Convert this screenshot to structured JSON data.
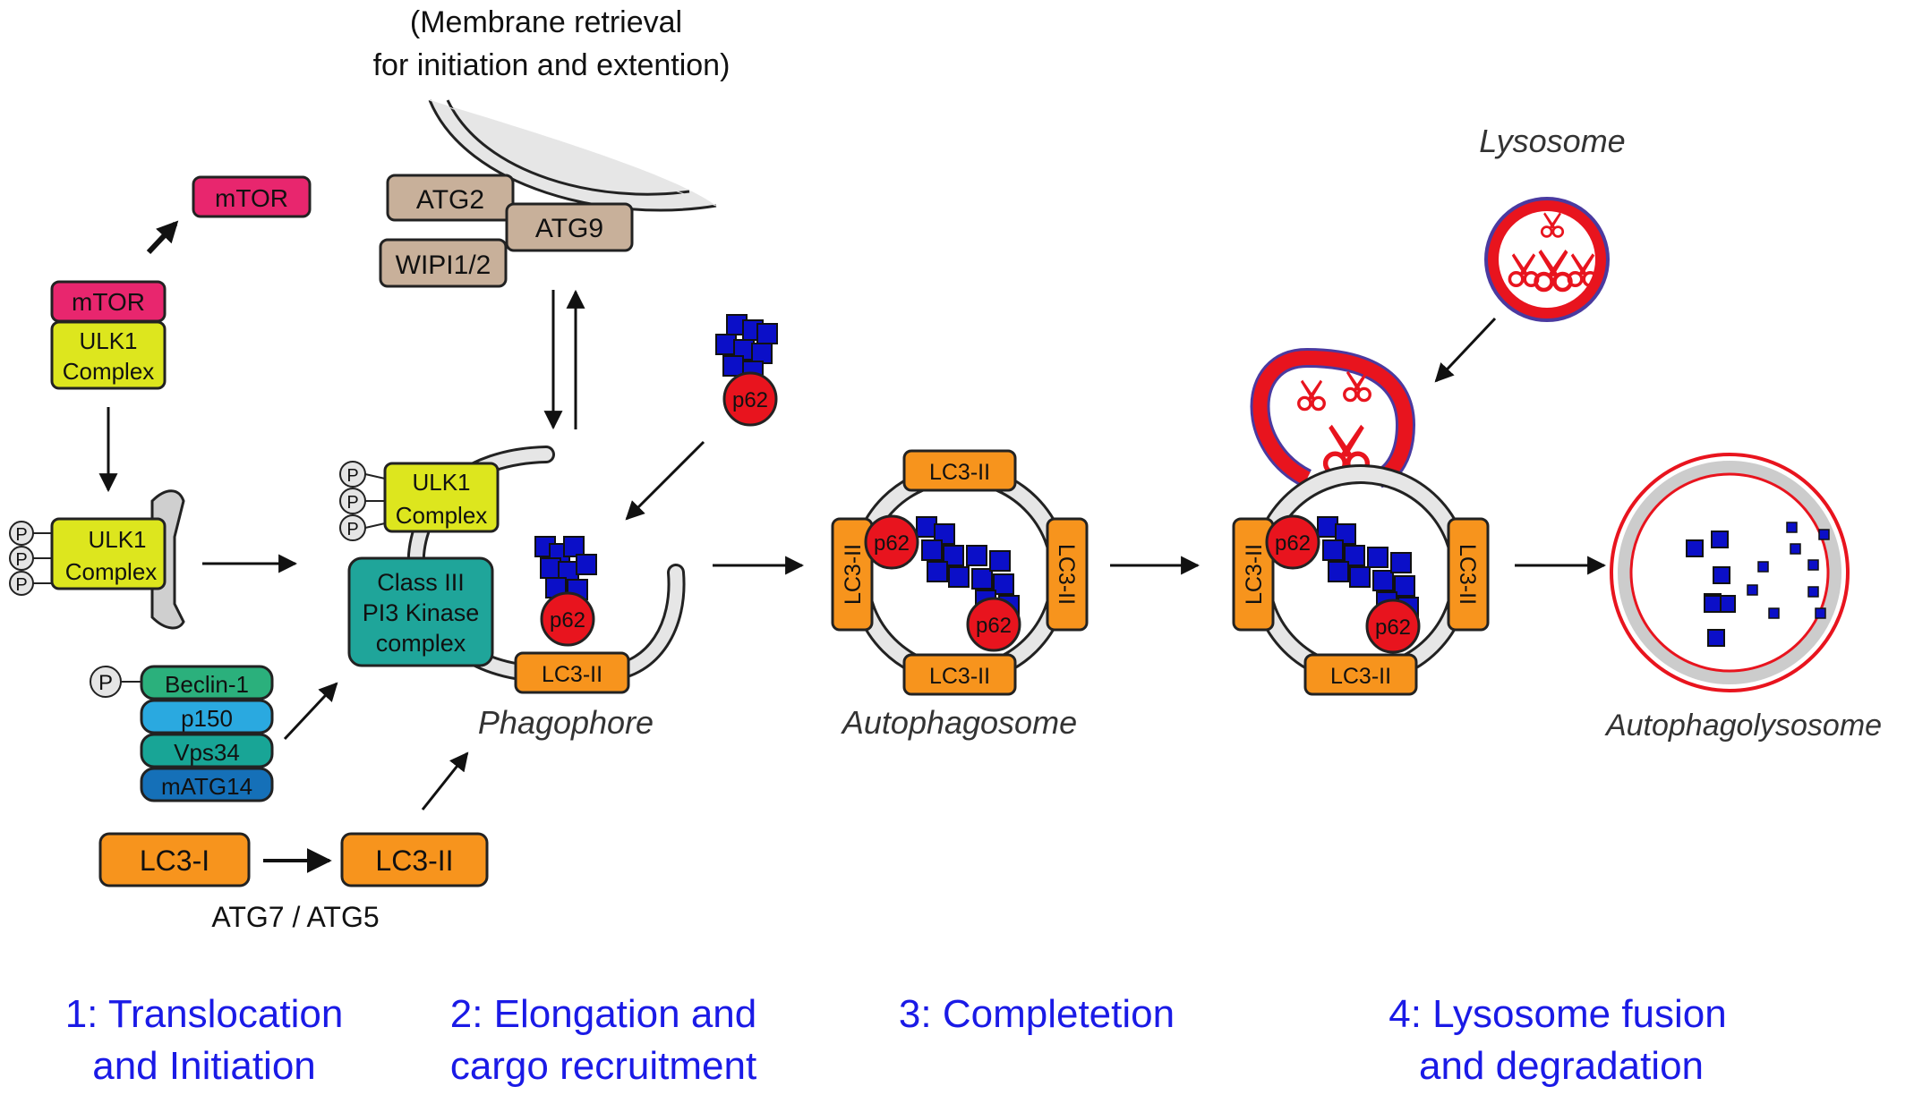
{
  "membrane_retrieval": [
    "(Membrane retrieval",
    "for initiation and extention)"
  ],
  "proteins": {
    "mtor": "mTOR",
    "ulk1_line1": "ULK1",
    "ulk1_line2": "Complex",
    "atg2": "ATG2",
    "atg9": "ATG9",
    "wipi": "WIPI1/2",
    "p": "P",
    "beclin": "Beclin-1",
    "p150": "p150",
    "vps34": "Vps34",
    "matg14": "mATG14",
    "lc3i": "LC3-I",
    "lc3ii": "LC3-II",
    "p62": "p62",
    "class3": [
      "Class III",
      "PI3 Kinase",
      "complex"
    ],
    "atg7_atg5": "ATG7 / ATG5"
  },
  "structures": {
    "phagophore": "Phagophore",
    "autophagosome": "Autophagosome",
    "autophagolysosome": "Autophagolysosome",
    "lysosome": "Lysosome"
  },
  "steps": [
    [
      "1: Translocation",
      "and Initiation"
    ],
    [
      "2: Elongation and",
      "cargo recruitment"
    ],
    [
      "3: Completetion"
    ],
    [
      "4: Lysosome fusion",
      "and degradation"
    ]
  ],
  "colors": {
    "mtor": "#e8266e",
    "ulk1": "#dde61e",
    "atg": "#c8b09a",
    "class3": "#1fa59a",
    "beclin": "#2bb07c",
    "p150": "#2aa9e0",
    "vps34": "#18a596",
    "matg14": "#1570b8",
    "lc3": "#f7941d",
    "p62": "#e8141e",
    "cargo": "#0b0fc8",
    "step_text": "#1a1ae6"
  }
}
